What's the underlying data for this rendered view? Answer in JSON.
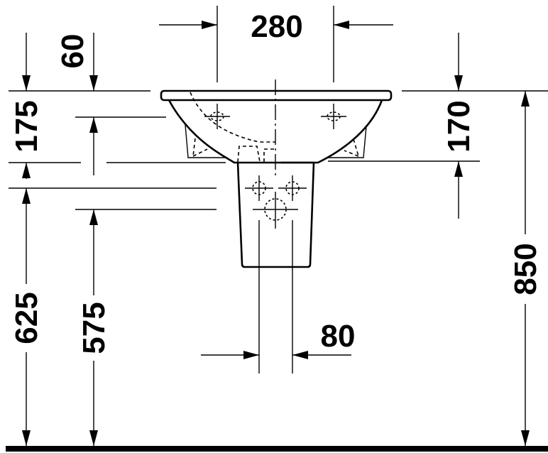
{
  "drawing": {
    "subject": "Washbasin with semi-pedestal, front elevation",
    "colors": {
      "line": "#000000",
      "background": "#ffffff"
    },
    "dimensions": {
      "tap_hole_spacing": "280",
      "overflow_offset": "60",
      "basin_rim_to_bottom_left": "175",
      "basin_rim_to_bottom_right": "170",
      "height_to_supply_625": "625",
      "height_to_supply_575": "575",
      "rim_height": "850",
      "waste_pipe_width": "80"
    }
  }
}
